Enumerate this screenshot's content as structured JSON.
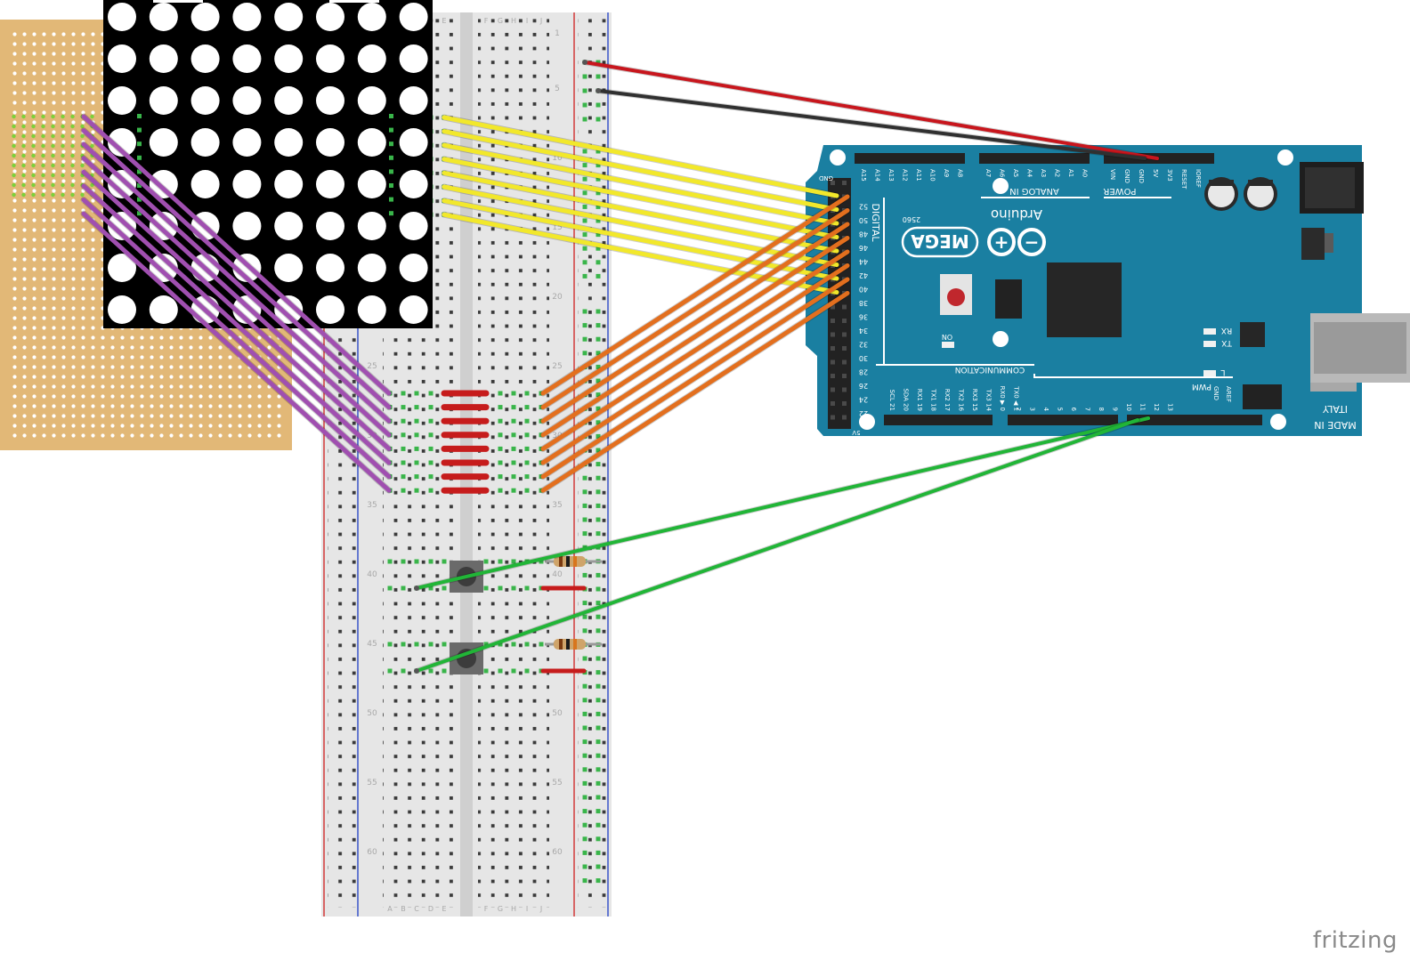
{
  "colors": {
    "perfboard": "#e2b877",
    "matrix": "#000000",
    "breadboard": "#e6e6e6",
    "arduino": "#1a7fa1",
    "wire_power": "#c8161d",
    "wire_ground": "#303030",
    "wire_row": "#f2e82b",
    "wire_col": "#e36f1e",
    "wire_matrix": "#a04fb0",
    "wire_button": "#21b537",
    "resistor": "#cfa46a",
    "button": "#555555",
    "jumper": "#c61c1c"
  },
  "breadboard": {
    "col_letters_left": [
      "A",
      "B",
      "C",
      "D",
      "E"
    ],
    "col_letters_right": [
      "F",
      "G",
      "H",
      "I",
      "J"
    ],
    "row_numbers": [
      "1",
      "5",
      "10",
      "15",
      "20",
      "25",
      "30",
      "35",
      "40",
      "45",
      "50",
      "55",
      "60"
    ]
  },
  "arduino": {
    "brand": "Arduino",
    "model": "MEGA",
    "model_sub": "2560",
    "header_digital": "DIGITAL",
    "header_analog": "ANALOG IN",
    "header_power": "POWER",
    "header_comm": "COMMUNICATION",
    "pwm_label": "PWM",
    "made_in": "MADE IN",
    "italy": "ITALY",
    "on_label": "ON",
    "rx_label": "RX",
    "tx_label": "TX",
    "l_label": "L",
    "aref": "AREF",
    "gnd": "GND",
    "gnd_right": "GND",
    "five_v": "5V",
    "analog_pins": [
      "A15",
      "A14",
      "A13",
      "A12",
      "A11",
      "A10",
      "A9",
      "A8",
      "A7",
      "A6",
      "A5",
      "A4",
      "A3",
      "A2",
      "A1",
      "A0"
    ],
    "power_pins": [
      "VIN",
      "GND",
      "GND",
      "5V",
      "3V3",
      "RESET",
      "IOREF"
    ],
    "digital_pins": [
      "22",
      "24",
      "26",
      "28",
      "30",
      "32",
      "34",
      "36",
      "38",
      "40",
      "42",
      "44",
      "46",
      "48",
      "50",
      "52"
    ],
    "comm_pins": [
      "SCL 21",
      "SDA 20",
      "RX1 19",
      "TX1 18",
      "RX2 17",
      "TX2 16",
      "RX3 15",
      "TX3 14",
      "RX0 ▶ 0",
      "TX0 ◀ 1"
    ],
    "pwm_pins": [
      "2",
      "3",
      "4",
      "5",
      "6",
      "7",
      "8",
      "9",
      "10",
      "11",
      "12",
      "13"
    ]
  },
  "watermark": "fritzing"
}
